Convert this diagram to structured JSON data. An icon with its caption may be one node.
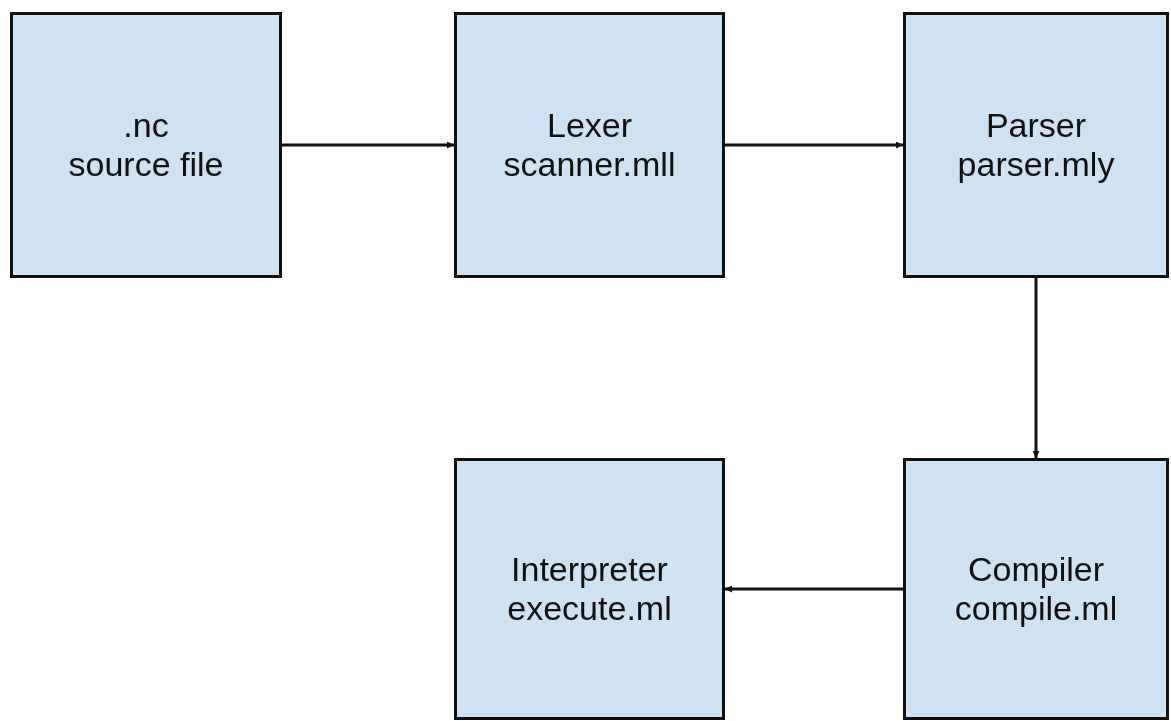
{
  "diagram": {
    "nodes": [
      {
        "text": [
          ".nc",
          "source file"
        ]
      },
      {
        "text": [
          "Lexer",
          "scanner.mll"
        ]
      },
      {
        "text": [
          "Parser",
          "parser.mly"
        ]
      },
      {
        "text": [
          "Interpreter",
          "execute.ml"
        ]
      },
      {
        "text": [
          "Compiler",
          "compile.ml"
        ]
      }
    ],
    "edges": [
      {
        "from": 0,
        "to": 1,
        "arrow": "to"
      },
      {
        "from": 1,
        "to": 2,
        "arrow": "to"
      },
      {
        "from": 2,
        "to": 4,
        "arrow": "to"
      },
      {
        "from": 4,
        "to": 3,
        "arrow": "to"
      }
    ]
  }
}
